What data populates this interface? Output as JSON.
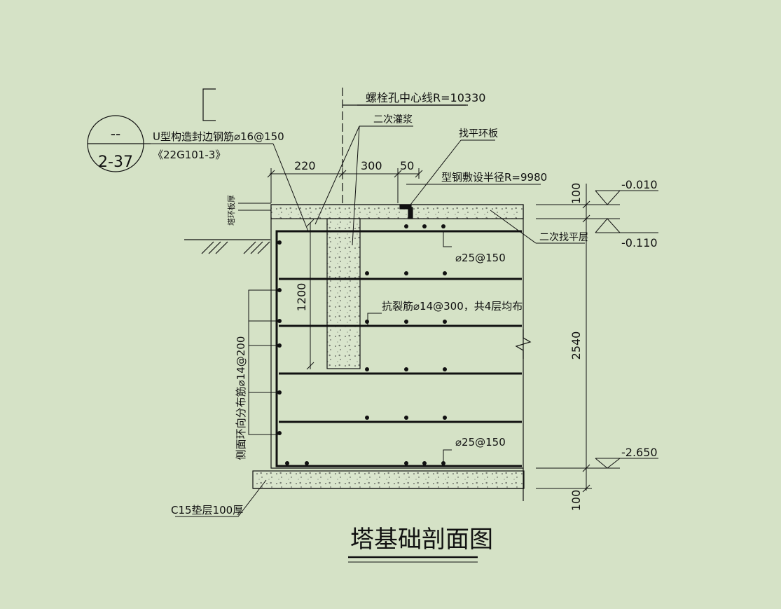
{
  "title": "塔基础剖面图",
  "section_tag": {
    "top": "--",
    "bottom": "2-37"
  },
  "labels": {
    "bolt_center": "螺栓孔中心线R=10330",
    "secondary_grout": "二次灌浆",
    "leveling_ring": "找平环板",
    "steel_radius": "型钢敷设半径R=9980",
    "u_bar": "U型构造封边钢筋⌀16@150",
    "u_bar_ref": "《22G101-3》",
    "ring_thickness": "塔环板厚",
    "secondary_leveling": "二次找平层",
    "top_bars": "⌀25@150",
    "crack_bars": "抗裂筋⌀14@300，共4层均布",
    "side_bars": "侧面环向分布筋⌀14@200",
    "bottom_bars": "⌀25@150",
    "cushion": "C15垫层100厚"
  },
  "dimensions": {
    "d220": "220",
    "d300": "300",
    "d50": "50",
    "d1200": "1200",
    "d100_top": "100",
    "d2540": "2540",
    "d100_bottom": "100"
  },
  "elevations": {
    "top": "-0.010",
    "mid": "-0.110",
    "bottom": "-2.650"
  },
  "colors": {
    "background": "#d5e2c6",
    "line": "#111111"
  }
}
